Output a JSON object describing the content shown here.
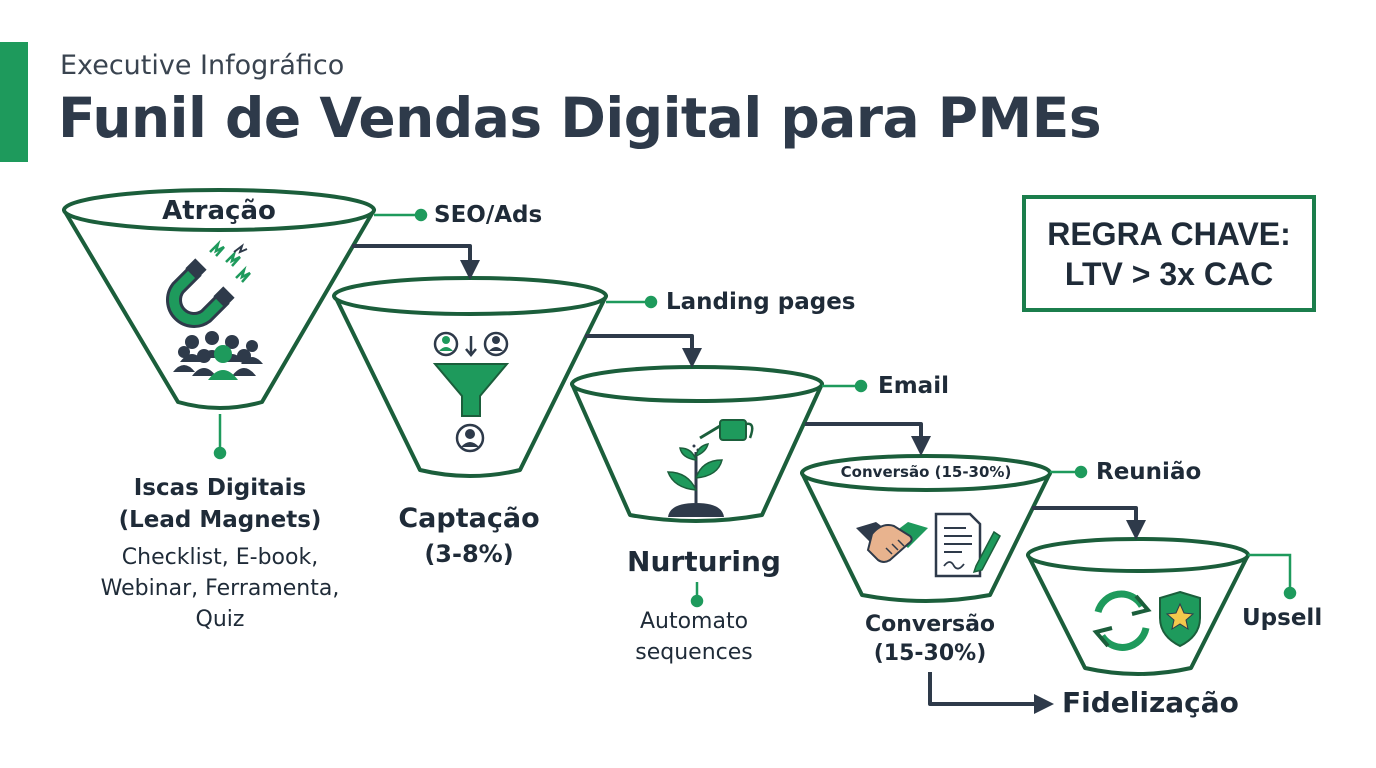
{
  "header": {
    "subtitle": "Executive Infográfico",
    "title": "Funil de Vendas Digital para PMEs"
  },
  "key_rule": {
    "line1": "REGRA CHAVE:",
    "line2": "LTV > 3x CAC"
  },
  "stages": [
    {
      "title": "Atração",
      "side_label": "SEO/Ads",
      "note_title_line1": "Iscas Digitais",
      "note_title_line2": "(Lead Magnets)",
      "note_line1": "Checklist, E-book,",
      "note_line2": "Webinar, Ferramenta,",
      "note_line3": "Quiz",
      "icons": [
        "magnet-icon",
        "audience-group-icon"
      ]
    },
    {
      "title_line1": "Captação",
      "title_line2": "(3-8%)",
      "side_label": "Landing pages",
      "icons": [
        "users-icon",
        "filter-funnel-icon",
        "user-icon"
      ]
    },
    {
      "title": "Nurturing",
      "side_label": "Email",
      "note_line1": "Automato",
      "note_line2": "sequences",
      "icons": [
        "watering-can-icon",
        "plant-sprout-icon"
      ]
    },
    {
      "rim_label": "Conversão (15-30%)",
      "side_label": "Reunião",
      "below_line1": "Conversão",
      "below_line2": "(15-30%)",
      "icons": [
        "handshake-icon",
        "contract-icon"
      ]
    },
    {
      "title": "Fidelização",
      "side_label": "Upsell",
      "icons": [
        "refresh-cycle-icon",
        "shield-star-icon"
      ]
    }
  ],
  "colors": {
    "accent": "#1e9a5c",
    "funnel_stroke": "#1b5e3b",
    "dark": "#2e3a4a",
    "arrow": "#2e3a4a"
  }
}
